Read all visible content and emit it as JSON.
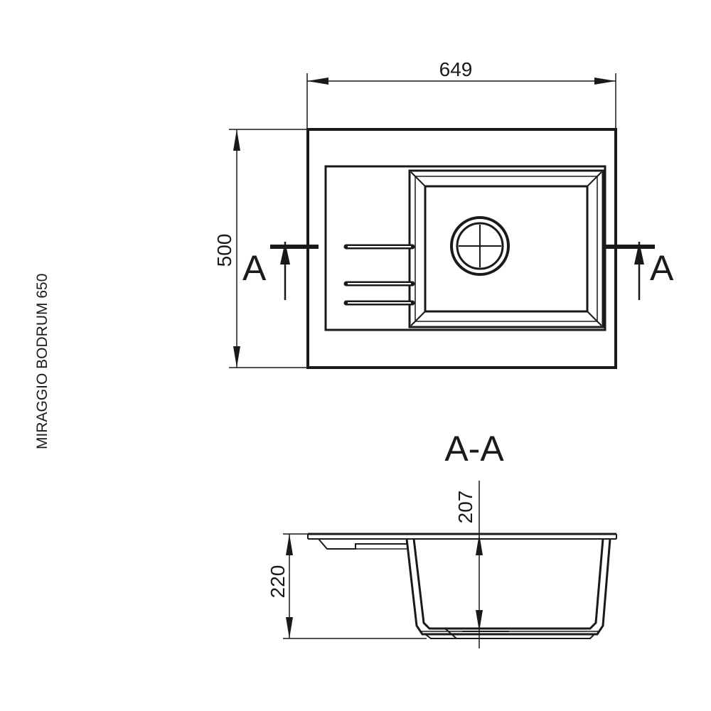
{
  "model_name": "MIRAGGIO BODRUM 650",
  "dimensions": {
    "width": "649",
    "depth": "500",
    "bowl_depth": "207",
    "total_height": "220"
  },
  "section_marks": {
    "left": "A",
    "right": "A",
    "title": "A-A"
  }
}
